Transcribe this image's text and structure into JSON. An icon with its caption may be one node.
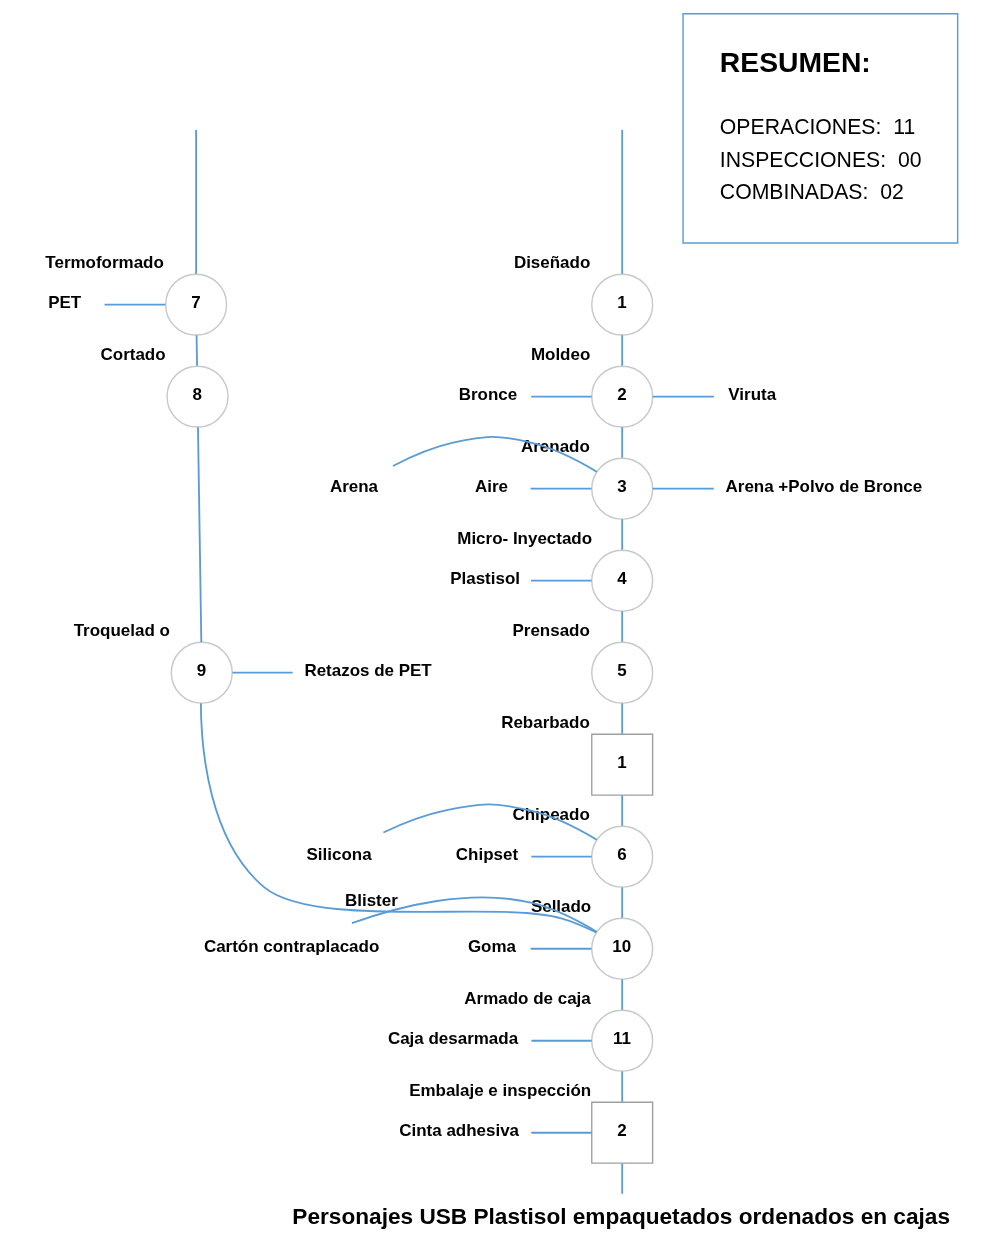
{
  "diagram": {
    "nodes": [
      {
        "text": [
          "1"
        ],
        "beside": [
          "Diseñado"
        ]
      },
      {
        "text": [
          "Bronce"
        ]
      },
      {
        "text": [
          "2"
        ],
        "beside": [
          "Moldeo"
        ]
      },
      {
        "text": [
          "Arena"
        ]
      },
      {
        "text": [
          "Aire"
        ]
      },
      {
        "text": [
          "Viruta"
        ]
      },
      {
        "text": [
          "3"
        ],
        "beside": [
          "Arenado"
        ]
      },
      {
        "text": [
          "Arena +Polvo de Bronce"
        ]
      },
      {
        "text": [
          "Plastisol"
        ]
      },
      {
        "text": [
          "4"
        ],
        "beside": [
          "Micro- Inyectado"
        ]
      },
      {
        "text": [
          "5"
        ],
        "beside": [
          "Prensado"
        ]
      },
      {
        "text": [
          "1"
        ],
        "beside": [
          "Rebarbado"
        ]
      },
      {
        "text": [
          "Silicona"
        ]
      },
      {
        "text": [
          "Chipset"
        ]
      },
      {
        "text": [
          "6"
        ],
        "beside": [
          "Chipeado"
        ]
      },
      {
        "text": [
          "PET"
        ]
      },
      {
        "text": [
          "7"
        ],
        "beside": [
          "Termoformado"
        ]
      },
      {
        "text": [
          "8"
        ],
        "beside": [
          "Cortado"
        ]
      },
      {
        "text": [
          "9"
        ],
        "beside": [
          "Troquelad o"
        ]
      },
      {
        "text": [
          "Retazos de PET"
        ]
      },
      {
        "text": [
          "Cartón contraplacado"
        ]
      },
      {
        "text": [
          "Goma"
        ]
      },
      {
        "text": [
          "10"
        ],
        "beside": [
          "Sellado"
        ]
      },
      {
        "text": [
          "Caja desarmada"
        ]
      },
      {
        "text": [
          "11"
        ],
        "beside": [
          "Armado de caja"
        ]
      },
      {
        "text": [
          "Cinta adhesiva"
        ]
      },
      {
        "text": [
          "2"
        ],
        "beside": [
          "Embalaje e inspección"
        ]
      },
      {
        "text": [
          "Personajes USB Plastisol empaquetados ordenados en cajas"
        ]
      },
      {
        "text": [
          "RESUMEN:",
          "OPERACIONES:  11",
          "INSPECCIONES:  00",
          "COMBINADAS:  02"
        ]
      }
    ],
    "edges": [
      {
        "from": null,
        "to": 0,
        "arrow": "none"
      },
      {
        "from": 1,
        "to": 2,
        "arrow": "none"
      },
      {
        "from": 0,
        "to": 2,
        "arrow": "none"
      },
      {
        "from": 2,
        "to": 5,
        "arrow": "none"
      },
      {
        "from": 3,
        "to": 6,
        "arrow": "none"
      },
      {
        "from": 4,
        "to": 6,
        "arrow": "none"
      },
      {
        "from": 2,
        "to": 6,
        "arrow": "none"
      },
      {
        "from": 6,
        "to": 7,
        "arrow": "none"
      },
      {
        "from": 8,
        "to": 9,
        "arrow": "none"
      },
      {
        "from": 6,
        "to": 9,
        "arrow": "none"
      },
      {
        "from": 9,
        "to": 10,
        "arrow": "none"
      },
      {
        "from": 10,
        "to": 11,
        "arrow": "none"
      },
      {
        "from": 12,
        "to": 14,
        "arrow": "none"
      },
      {
        "from": 13,
        "to": 14,
        "arrow": "none"
      },
      {
        "from": 11,
        "to": 14,
        "arrow": "none"
      },
      {
        "from": null,
        "to": 16,
        "arrow": "none"
      },
      {
        "from": 15,
        "to": 16,
        "arrow": "none"
      },
      {
        "from": 16,
        "to": 17,
        "arrow": "none"
      },
      {
        "from": 17,
        "to": 18,
        "arrow": "none"
      },
      {
        "from": 18,
        "to": 19,
        "arrow": "none"
      },
      {
        "from": 18,
        "to": 22,
        "arrow": "none",
        "label": "Blister"
      },
      {
        "from": 20,
        "to": 22,
        "arrow": "none"
      },
      {
        "from": 21,
        "to": 22,
        "arrow": "none"
      },
      {
        "from": 14,
        "to": 22,
        "arrow": "none"
      },
      {
        "from": 23,
        "to": 24,
        "arrow": "none"
      },
      {
        "from": 22,
        "to": 24,
        "arrow": "none"
      },
      {
        "from": 25,
        "to": 26,
        "arrow": "none"
      },
      {
        "from": 24,
        "to": 26,
        "arrow": "none"
      },
      {
        "from": 26,
        "to": 27,
        "arrow": "none"
      }
    ]
  }
}
